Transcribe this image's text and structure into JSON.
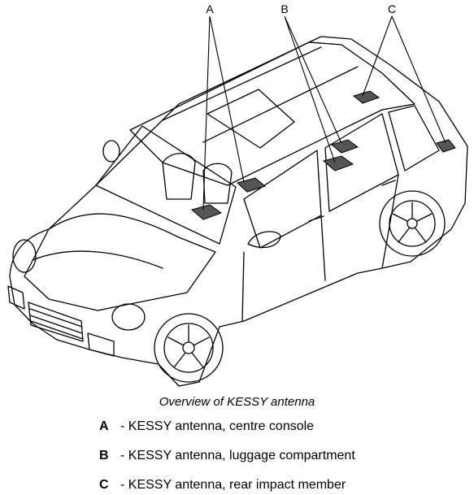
{
  "figure": {
    "callouts": [
      {
        "letter": "A"
      },
      {
        "letter": "B"
      },
      {
        "letter": "C"
      }
    ]
  },
  "caption": "Overview of KESSY antenna",
  "legend": [
    {
      "key": "A",
      "text": "- KESSY antenna, centre console"
    },
    {
      "key": "B",
      "text": "- KESSY antenna, luggage compartment"
    },
    {
      "key": "C",
      "text": "- KESSY antenna, rear impact member"
    }
  ],
  "colors": {
    "line": "#000000",
    "antenna": "#555555",
    "background": "#ffffff"
  }
}
